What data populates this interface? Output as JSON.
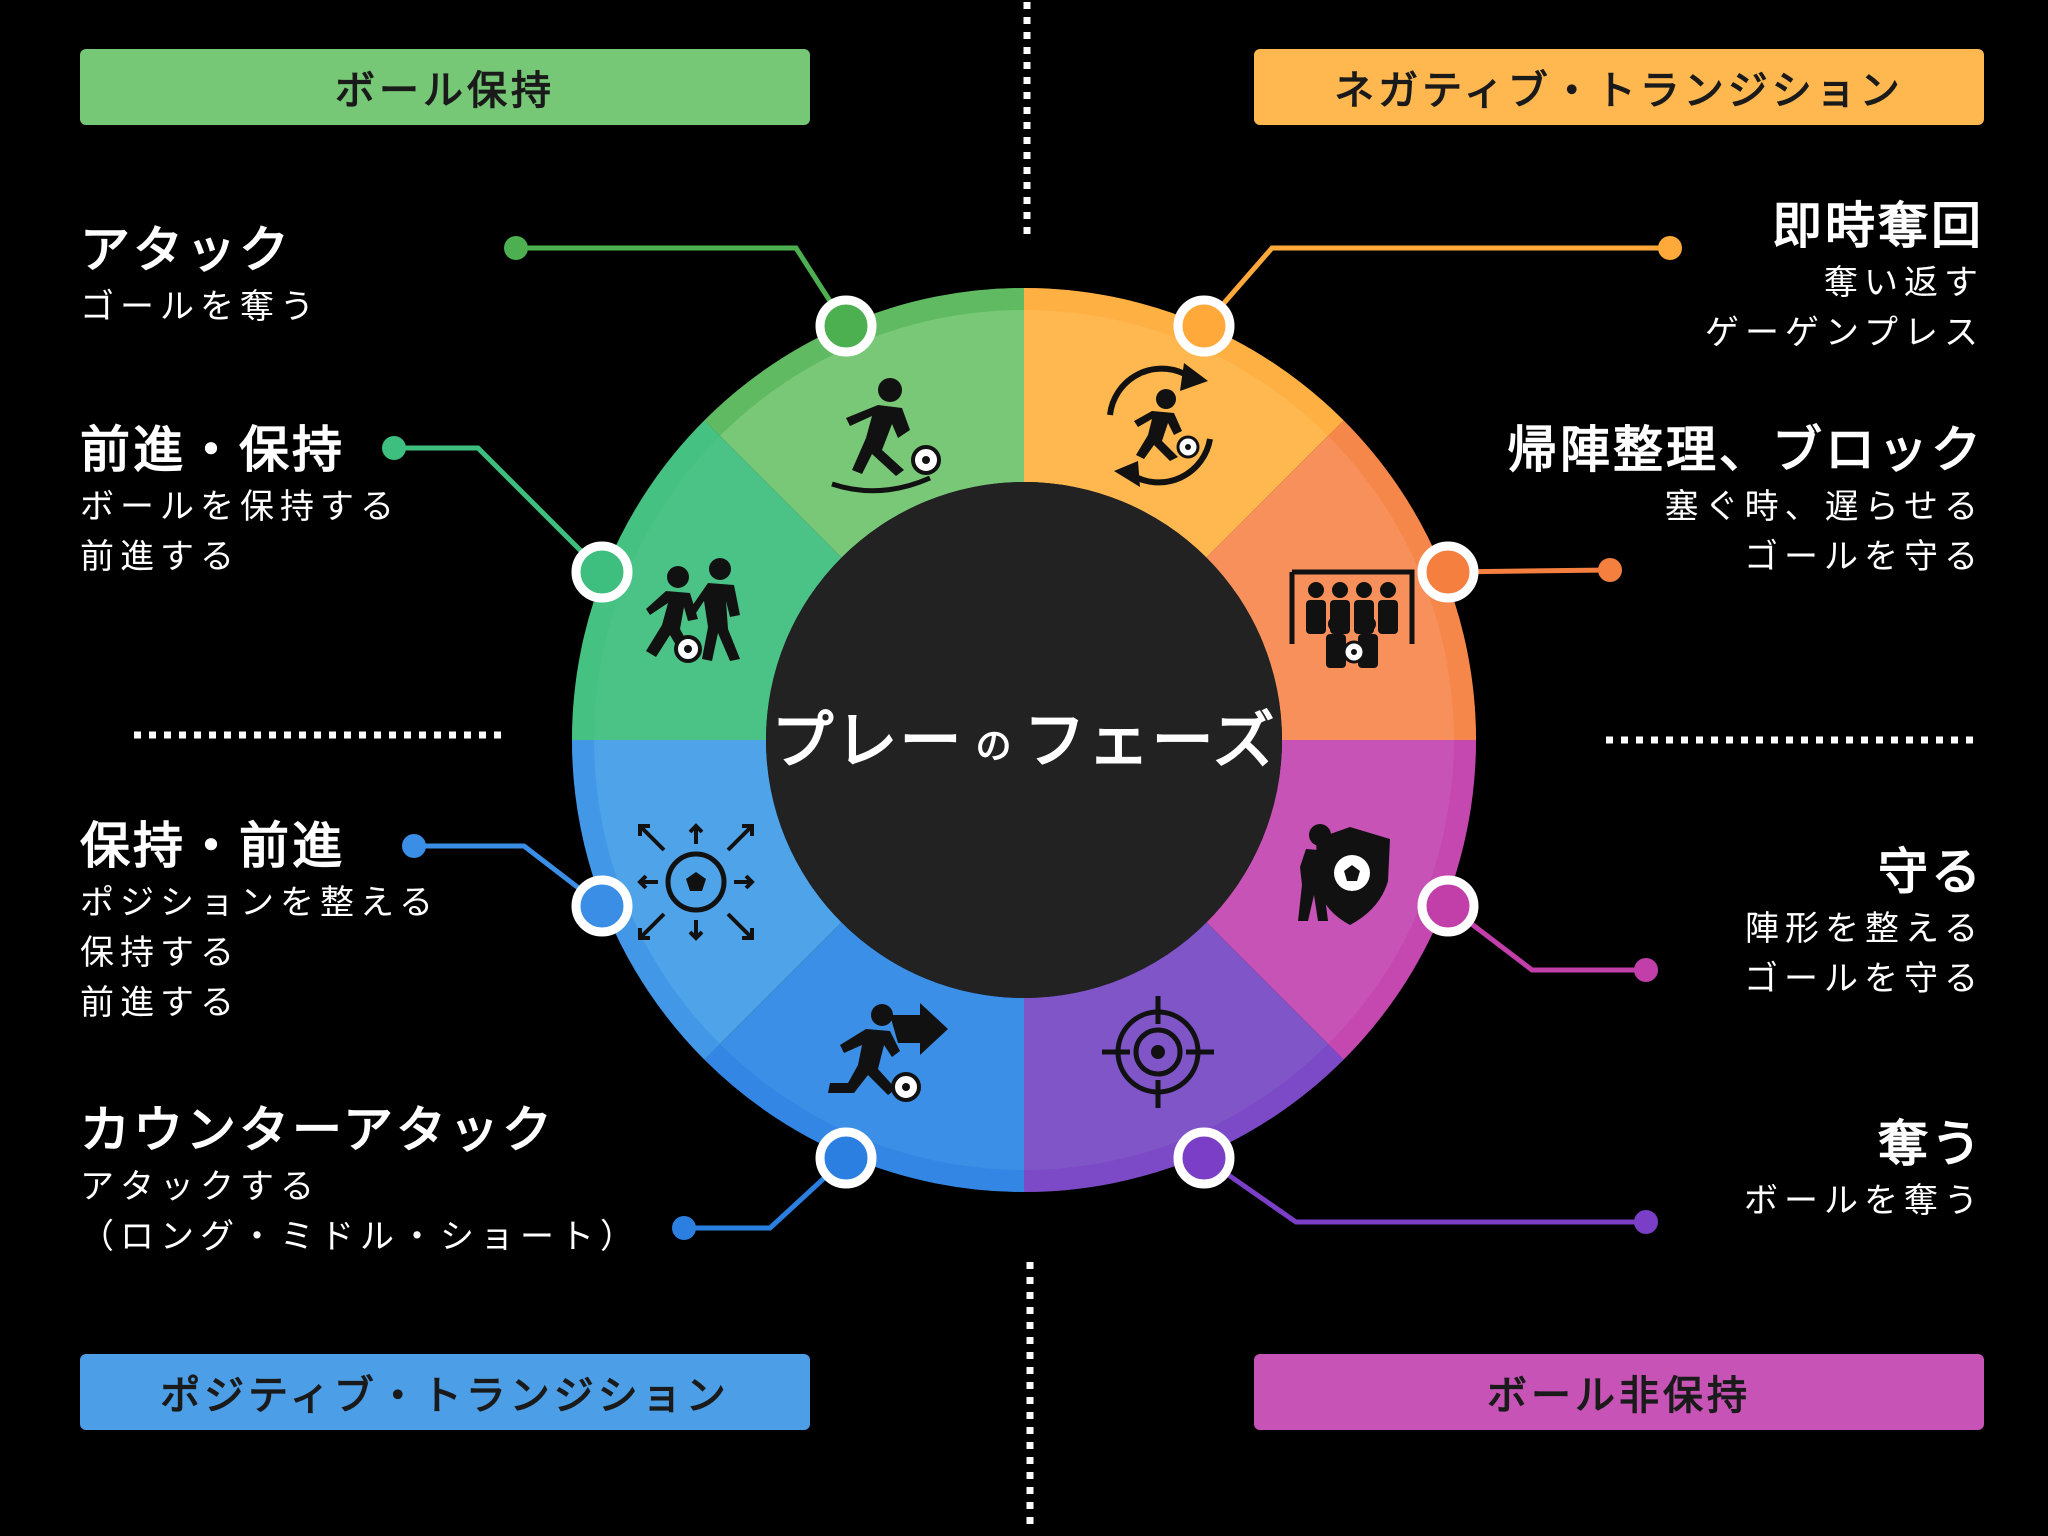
{
  "center": {
    "title_left": "プレー",
    "title_mid": "の",
    "title_right": "フェーズ"
  },
  "quadrants": {
    "ball_possession": {
      "label": "ボール保持",
      "color": "#76c776"
    },
    "negative_transition": {
      "label": "ネガティブ・トランジション",
      "color": "#ffb84f"
    },
    "positive_transition": {
      "label": "ポジティブ・トランジション",
      "color": "#4c9ee6"
    },
    "non_possession": {
      "label": "ボール非保持",
      "color": "#c653b5"
    }
  },
  "items": {
    "attack": {
      "title": "アタック",
      "desc": [
        "ゴールを奪う"
      ],
      "color": "#4caf50"
    },
    "advance_hold": {
      "title": "前進・保持",
      "desc": [
        "ボールを保持する",
        "前進する"
      ],
      "color": "#3fbf7f"
    },
    "hold_advance": {
      "title": "保持・前進",
      "desc": [
        "ポジションを整える",
        "保持する",
        "前進する"
      ],
      "color": "#3a8ee6"
    },
    "counter_attack": {
      "title": "カウンターアタック",
      "desc": [
        "アタックする",
        "（ロング・ミドル・ショート）"
      ],
      "color": "#2b7fe0"
    },
    "immediate_recovery": {
      "title": "即時奪回",
      "desc": [
        "奪い返す",
        "ゲーゲンプレス"
      ],
      "color": "#ffa93a"
    },
    "reorganize_block": {
      "title": "帰陣整理、ブロック",
      "desc": [
        "塞ぐ時、遅らせる",
        "ゴールを守る"
      ],
      "color": "#f47f3f"
    },
    "defend": {
      "title": "守る",
      "desc": [
        "陣形を整える",
        "ゴールを守る"
      ],
      "color": "#c23faa"
    },
    "win_ball": {
      "title": "奪う",
      "desc": [
        "ボールを奪う"
      ],
      "color": "#7a3fc6"
    }
  },
  "segment_colors": {
    "attack": "#78c878",
    "advance_hold": "#4cc386",
    "hold_advance": "#4fa3e8",
    "counter_attack": "#3c8fe6",
    "immediate_recovery": "#ffb84f",
    "reorganize_block": "#f7905a",
    "defend": "#c653b5",
    "win_ball": "#7f55c8"
  },
  "center_color": "#222222",
  "icons": {
    "attack": "player-dribbling-icon",
    "advance_hold": "two-players-dribbling-icon",
    "hold_advance": "ball-directions-icon",
    "counter_attack": "player-running-arrow-icon",
    "immediate_recovery": "player-circular-arrows-icon",
    "reorganize_block": "defensive-wall-icon",
    "defend": "player-shield-icon",
    "win_ball": "target-crosshair-icon"
  }
}
